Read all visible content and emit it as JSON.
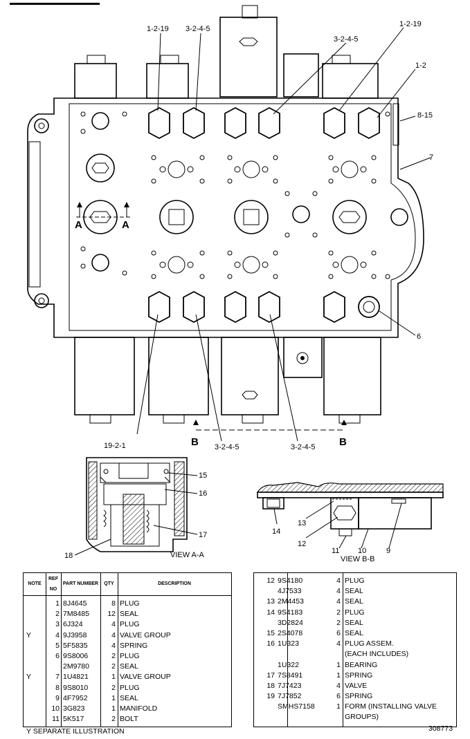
{
  "labels": {
    "top_left_a": "1-2-19",
    "top_left_b": "3-2-4-5",
    "top_mid": "3-2-4-5",
    "top_right_a": "1-2-19",
    "top_right_b": "1-2",
    "right_a": "8-15",
    "right_b": "7",
    "right_c": "6",
    "bottom_a": "19-2-1",
    "bottom_b": "3-2-4-5",
    "bottom_c": "3-2-4-5",
    "section_a_left": "A",
    "section_a_right": "A",
    "section_b_left": "B",
    "section_b_right": "B",
    "va_15": "15",
    "va_16": "16",
    "va_17": "17",
    "va_18": "18",
    "view_aa": "VIEW A-A",
    "vb_14": "14",
    "vb_13": "13",
    "vb_12": "12",
    "vb_11": "11",
    "vb_10": "10",
    "vb_9": "9",
    "view_bb": "VIEW B-B"
  },
  "table_left": {
    "headers": {
      "note": "NOTE",
      "ref": "REF NO",
      "part": "PART NUMBER",
      "qty": "QTY",
      "desc": "DESCRIPTION"
    },
    "rows": [
      {
        "note": "",
        "ref": "1",
        "part": "8J4645",
        "qty": "8",
        "desc": "PLUG"
      },
      {
        "note": "",
        "ref": "2",
        "part": "7M8485",
        "qty": "12",
        "desc": "SEAL"
      },
      {
        "note": "",
        "ref": "3",
        "part": "6J324",
        "qty": "4",
        "desc": "PLUG"
      },
      {
        "note": "Y",
        "ref": "4",
        "part": "9J3958",
        "qty": "4",
        "desc": "VALVE GROUP"
      },
      {
        "note": "",
        "ref": "5",
        "part": "5F5835",
        "qty": "4",
        "desc": "SPRING"
      },
      {
        "note": "",
        "ref": "6",
        "part": "9S8006",
        "qty": "2",
        "desc": "PLUG"
      },
      {
        "note": "",
        "ref": "",
        "part": "2M9780",
        "qty": "2",
        "desc": "SEAL"
      },
      {
        "note": "Y",
        "ref": "7",
        "part": "1U4821",
        "qty": "1",
        "desc": "VALVE GROUP"
      },
      {
        "note": "",
        "ref": "8",
        "part": "9S8010",
        "qty": "2",
        "desc": "PLUG"
      },
      {
        "note": "",
        "ref": "9",
        "part": "4F7952",
        "qty": "1",
        "desc": "SEAL"
      },
      {
        "note": "",
        "ref": "10",
        "part": "3G823",
        "qty": "1",
        "desc": "MANIFOLD"
      },
      {
        "note": "",
        "ref": "11",
        "part": "5K517",
        "qty": "2",
        "desc": "BOLT"
      }
    ]
  },
  "table_right": {
    "rows": [
      {
        "ref": "12",
        "part": "9S4180",
        "qty": "4",
        "desc": "PLUG"
      },
      {
        "ref": "",
        "part": "4J7533",
        "qty": "4",
        "desc": "SEAL"
      },
      {
        "ref": "13",
        "part": "2M4453",
        "qty": "4",
        "desc": "SEAL"
      },
      {
        "ref": "14",
        "part": "9S4183",
        "qty": "2",
        "desc": "PLUG"
      },
      {
        "ref": "",
        "part": "3D2824",
        "qty": "2",
        "desc": "SEAL"
      },
      {
        "ref": "15",
        "part": "2S4078",
        "qty": "6",
        "desc": "SEAL"
      },
      {
        "ref": "16",
        "part": "1U323",
        "qty": "4",
        "desc": "PLUG ASSEM."
      },
      {
        "ref": "",
        "part": "",
        "qty": "",
        "desc": "(EACH INCLUDES)"
      },
      {
        "ref": "",
        "part": "1U322",
        "qty": "1",
        "desc": "BEARING"
      },
      {
        "ref": "17",
        "part": "7S8491",
        "qty": "1",
        "desc": "SPRING"
      },
      {
        "ref": "18",
        "part": "7J7423",
        "qty": "4",
        "desc": "VALVE"
      },
      {
        "ref": "19",
        "part": "7J7852",
        "qty": "6",
        "desc": "SPRING"
      },
      {
        "ref": "",
        "part": "SMHS7158",
        "qty": "1",
        "desc": "FORM (INSTALLING VALVE"
      },
      {
        "ref": "",
        "part": "",
        "qty": "",
        "desc": "GROUPS)"
      }
    ]
  },
  "footer": {
    "note": "Y   SEPARATE ILLUSTRATION",
    "drawing_number": "308773"
  }
}
